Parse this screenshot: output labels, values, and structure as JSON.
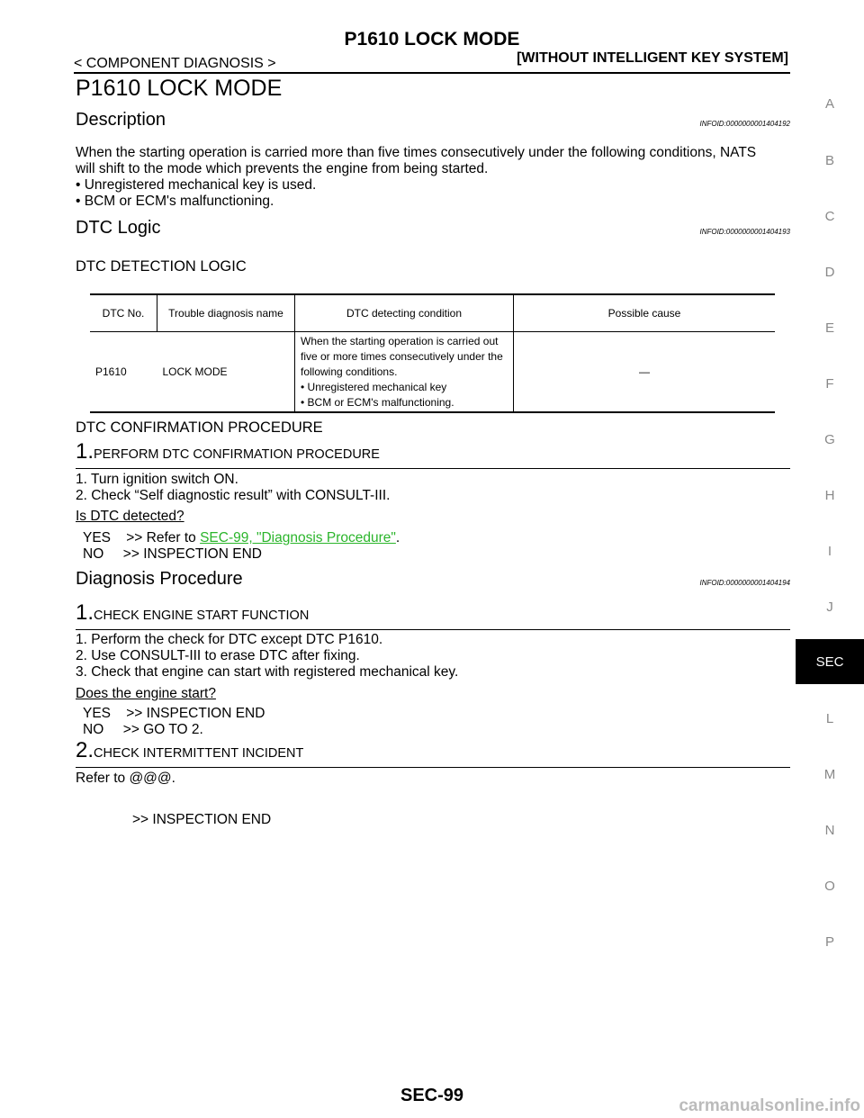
{
  "header": {
    "page_title": "P1610 LOCK MODE",
    "breadcrumb": "< COMPONENT DIAGNOSIS >",
    "section_tag": "[WITHOUT INTELLIGENT KEY SYSTEM]"
  },
  "main_title": "P1610 LOCK MODE",
  "description": {
    "title": "Description",
    "infoid": "INFOID:0000000001404192",
    "para_line1": "When the starting operation is carried more than five times consecutively under the following conditions, NATS",
    "para_line2": "will shift to the mode which prevents the engine from being started.",
    "bullets": [
      "• Unregistered mechanical key is used.",
      "• BCM or ECM's malfunctioning."
    ]
  },
  "dtc_logic": {
    "title": "DTC Logic",
    "infoid": "INFOID:0000000001404193",
    "detection_heading": "DTC DETECTION LOGIC",
    "table": {
      "headers": [
        "DTC No.",
        "Trouble diagnosis name",
        "DTC detecting condition",
        "Possible cause"
      ],
      "row": {
        "dtc_no": "P1610",
        "name": "LOCK MODE",
        "cond_line1": "When the starting operation is carried out",
        "cond_line2": "five or more times consecutively under the",
        "cond_line3": "following conditions.",
        "cond_bullet1": "• Unregistered mechanical key",
        "cond_bullet2": "• BCM or ECM's malfunctioning.",
        "cause": "—"
      }
    },
    "confirmation_heading": "DTC CONFIRMATION PROCEDURE",
    "step1": {
      "number": "1.",
      "title": "PERFORM DTC CONFIRMATION PROCEDURE",
      "items": [
        "1.   Turn ignition switch ON.",
        "2.   Check “Self diagnostic result” with CONSULT-III."
      ],
      "question": "Is DTC detected?",
      "yes_prefix": "YES    >> Refer to ",
      "yes_link": "SEC-99, \"Diagnosis Procedure\"",
      "yes_suffix": ".",
      "no": "NO     >> INSPECTION END"
    }
  },
  "diagnosis": {
    "title": "Diagnosis Procedure",
    "infoid": "INFOID:0000000001404194",
    "step1": {
      "number": "1.",
      "title": "CHECK ENGINE START FUNCTION",
      "items": [
        "1.   Perform the check for DTC except DTC P1610.",
        "2.   Use CONSULT-III to erase DTC after fixing.",
        "3.   Check that engine can start with registered mechanical key."
      ],
      "question": "Does the engine start?",
      "yes": "YES    >> INSPECTION END",
      "no": "NO     >> GO TO 2."
    },
    "step2": {
      "number": "2.",
      "title": "CHECK INTERMITTENT INCIDENT",
      "text": "Refer to @@@.",
      "end": ">> INSPECTION END"
    }
  },
  "side_tabs": {
    "letters": [
      "A",
      "B",
      "C",
      "D",
      "E",
      "F",
      "G",
      "H",
      "I",
      "J",
      "L",
      "M",
      "N",
      "O",
      "P"
    ],
    "active": "SEC"
  },
  "footer": {
    "page_number": "SEC-99",
    "watermark": "carmanualsonline.info"
  }
}
